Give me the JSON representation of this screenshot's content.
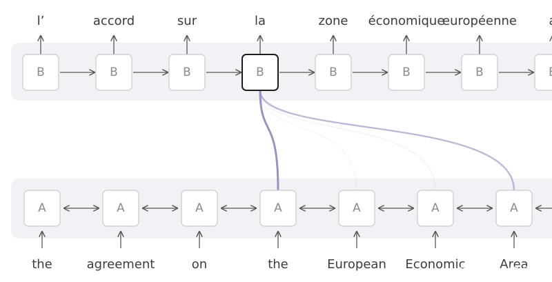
{
  "decoder": {
    "cell_label": "B",
    "words": [
      "l’",
      "accord",
      "sur",
      "la",
      "zone",
      "économique",
      "européenne",
      "a"
    ],
    "focus_index": 3
  },
  "encoder": {
    "cell_label": "A",
    "words": [
      "the",
      "agreement",
      "on",
      "the",
      "European",
      "Economic",
      "Area"
    ]
  },
  "attention": [
    {
      "target": 3,
      "weight": 0.9
    },
    {
      "target": 4,
      "weight": 0.06
    },
    {
      "target": 5,
      "weight": 0.12
    },
    {
      "target": 6,
      "weight": 0.6
    }
  ],
  "colors": {
    "attention": "#8f86bd",
    "band": "#f2f2f6"
  },
  "watermark": "@稀土掘金技术社区"
}
